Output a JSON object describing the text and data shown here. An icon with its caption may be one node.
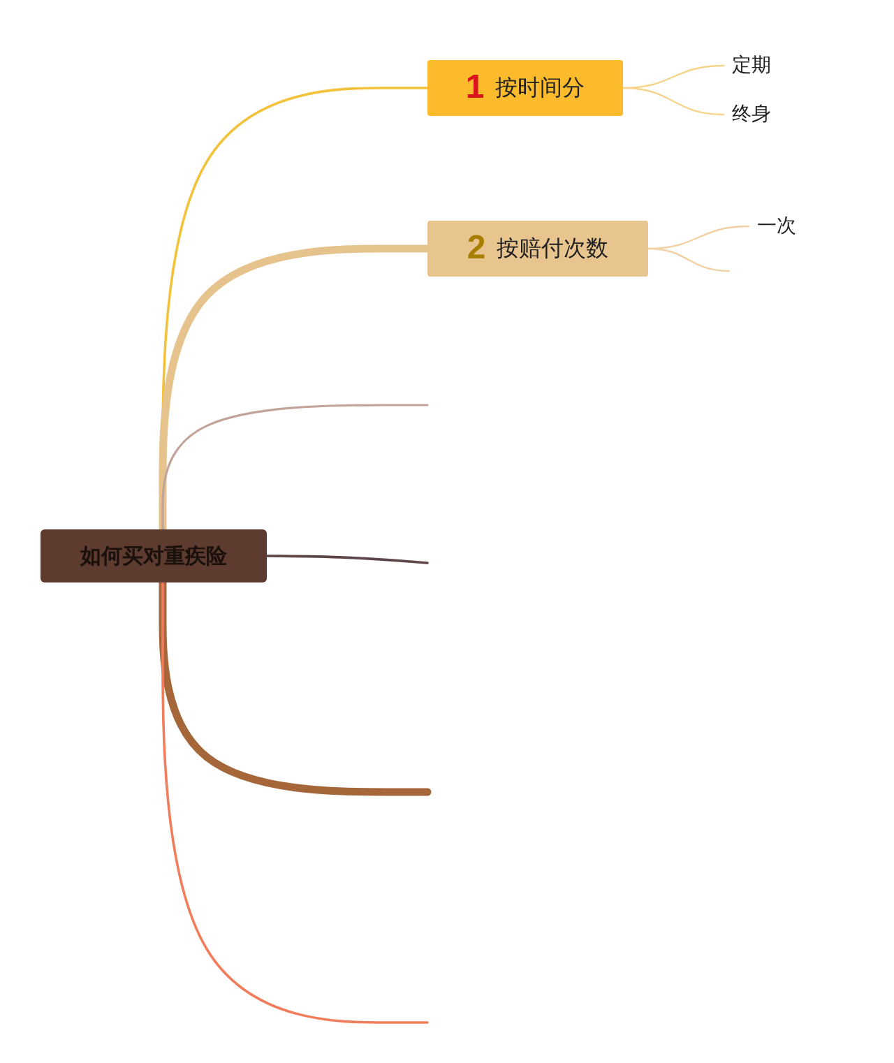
{
  "diagram": {
    "nodes": [
      {
        "text": [
          "如何买对重疾险"
        ]
      },
      {
        "text": [
          "1",
          "按时间分"
        ]
      },
      {
        "text": [
          "定期"
        ]
      },
      {
        "text": [
          "终身"
        ]
      },
      {
        "text": [
          "2",
          "按赔付次数"
        ]
      },
      {
        "text": [
          "一次"
        ]
      }
    ],
    "edges": [
      {
        "from": 0,
        "to": 1,
        "arrow": "none",
        "color": "#f2c23a"
      },
      {
        "from": 0,
        "to": 4,
        "arrow": "none",
        "style": "thick",
        "color": "#e6c28c"
      },
      {
        "from": 0,
        "to": null,
        "arrow": "none",
        "color": "#c2a39a"
      },
      {
        "from": 0,
        "to": null,
        "arrow": "none",
        "color": "#5e4548"
      },
      {
        "from": 0,
        "to": null,
        "arrow": "none",
        "style": "thick",
        "color": "#a5663a"
      },
      {
        "from": 0,
        "to": null,
        "arrow": "none",
        "color": "#f27d5c"
      },
      {
        "from": 1,
        "to": 2,
        "arrow": "none",
        "color": "#f6d48c"
      },
      {
        "from": 1,
        "to": 3,
        "arrow": "none",
        "color": "#f6d48c"
      },
      {
        "from": 4,
        "to": 5,
        "arrow": "none",
        "color": "#f1d2a6"
      },
      {
        "from": 4,
        "to": null,
        "arrow": "none",
        "color": "#f1d2a6"
      }
    ]
  }
}
